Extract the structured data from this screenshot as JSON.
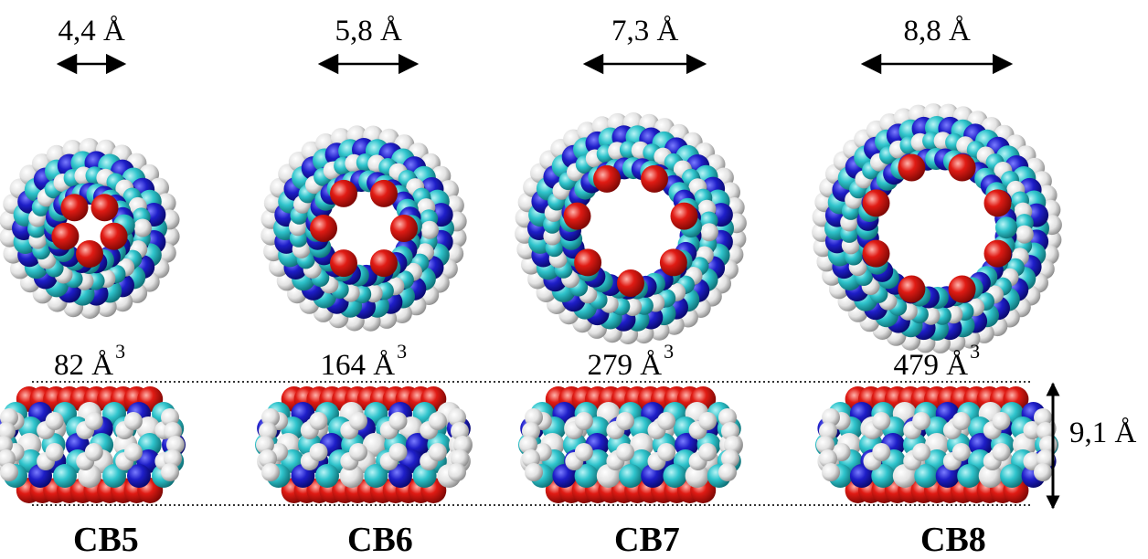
{
  "height_label": "9,1 Å",
  "colors": {
    "carbon": "#2fc4cc",
    "nitrogen": "#1e1ec8",
    "oxygen": "#e01b14",
    "hydrogen": "#e2e2e2",
    "guide_line": "#333333"
  },
  "molecules": [
    {
      "name": "CB5",
      "diameter": "4,4 Å",
      "volume": "82 Å",
      "volume_exp": "3",
      "units": 5
    },
    {
      "name": "CB6",
      "diameter": "5,8 Å",
      "volume": "164 Å",
      "volume_exp": "3",
      "units": 6
    },
    {
      "name": "CB7",
      "diameter": "7,3 Å",
      "volume": "279 Å",
      "volume_exp": "3",
      "units": 7
    },
    {
      "name": "CB8",
      "diameter": "8,8 Å",
      "volume": "479 Å",
      "volume_exp": "3",
      "units": 8
    }
  ]
}
